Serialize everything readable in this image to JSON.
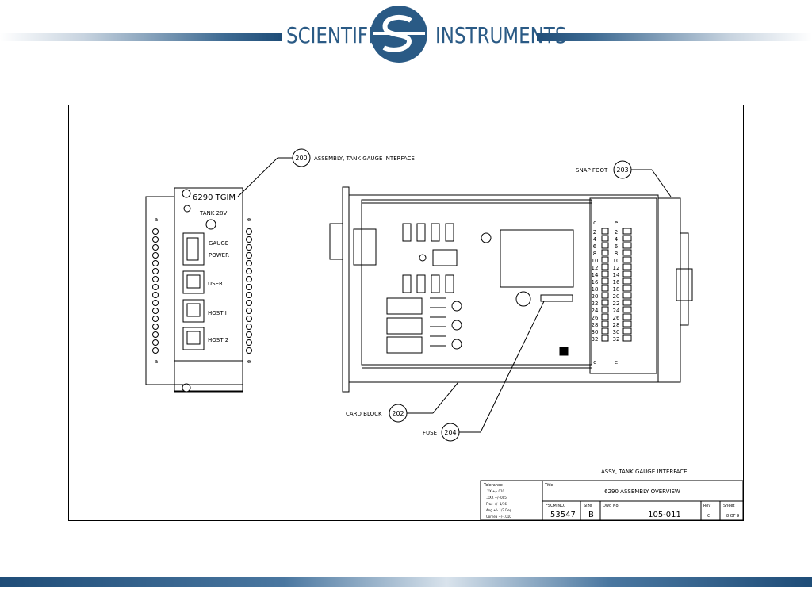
{
  "header": {
    "brand_left": "SCIENTIFIC",
    "brand_right": "INSTRUMENTS",
    "brand_color": "#2a5a85"
  },
  "drawing": {
    "module": {
      "model": "6290 TGIM",
      "tank": "TANK 28V",
      "gauge": "GAUGE",
      "power": "POWER",
      "user": "USER",
      "host1": "HOST I",
      "host2": "HOST 2",
      "col_a": "a",
      "col_e": "e"
    },
    "callouts": {
      "assembly_num": "200",
      "assembly_text": "ASSEMBLY, TANK GAUGE INTERFACE",
      "snap_text": "SNAP FOOT",
      "snap_num": "203",
      "card_text": "CARD BLOCK",
      "card_num": "202",
      "fuse_text": "FUSE",
      "fuse_num": "204"
    },
    "connector_c_numbers": [
      "2",
      "4",
      "6",
      "8",
      "10",
      "12",
      "14",
      "16",
      "18",
      "20",
      "22",
      "24",
      "26",
      "28",
      "30",
      "32"
    ],
    "connector_labels": {
      "c": "c",
      "e": "e"
    },
    "title_block": {
      "assy_label": "ASSY, TANK GAUGE INTERFACE",
      "tolerance_label": "Tolerance",
      "tolerance_lines": [
        ".XX +/-.010",
        ".XXX +/-.005",
        "Frac +/- 1/16",
        "Ang +/- 1/2 Deg",
        "Cornea +/- .010"
      ],
      "title_label": "Title",
      "title": "6290 ASSEMBLY OVERVIEW",
      "fscm_label": "FSCM NO.",
      "fscm": "53547",
      "size_label": "Size",
      "size": "B",
      "dwg_label": "Dwg No.",
      "dwg": "105-011",
      "rev_label": "Rev",
      "rev": "C",
      "sheet_label": "Sheet",
      "sheet": "8 OF 9"
    }
  }
}
